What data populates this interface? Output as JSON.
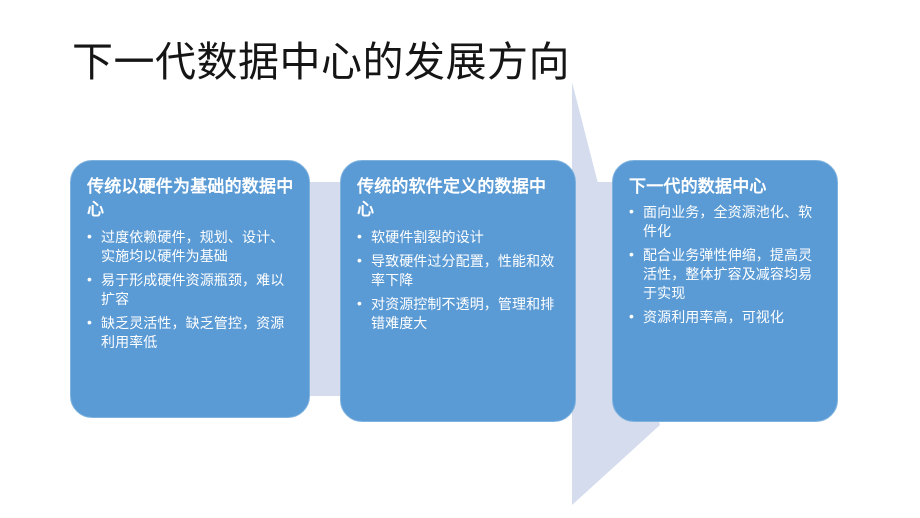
{
  "slide": {
    "title": "下一代数据中心的发展方向",
    "background_color": "#ffffff",
    "accent_color": "#5b9bd5",
    "arrow_color": "#d4dcee",
    "text_color": "#ffffff"
  },
  "arrow": {
    "name": "right-pointing-chevron-arrow",
    "direction": "right"
  },
  "cards": [
    {
      "title": "传统以硬件为基础的数据中心",
      "bullets": [
        "过度依赖硬件，规划、设计、实施均以硬件为基础",
        "易于形成硬件资源瓶颈，难以扩容",
        "缺乏灵活性，缺乏管控，资源利用率低"
      ]
    },
    {
      "title": "传统的软件定义的数据中心",
      "bullets": [
        "软硬件割裂的设计",
        "导致硬件过分配置，性能和效率下降",
        "对资源控制不透明，管理和排错难度大"
      ]
    },
    {
      "title": "下一代的数据中心",
      "bullets": [
        "面向业务，全资源池化、软件化",
        "配合业务弹性伸缩，提高灵活性，整体扩容及减容均易于实现",
        " 资源利用率高，可视化"
      ]
    }
  ]
}
